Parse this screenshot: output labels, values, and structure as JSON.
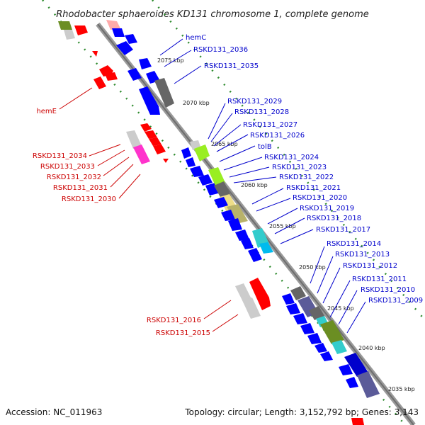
{
  "title": "Rhodobacter sphaeroides KD131 chromosome 1, complete genome",
  "accession": "Accession: NC_011963",
  "topology": "Topology: circular; Length: 3,152,792 bp; Genes: 3,143",
  "colors": {
    "forward_gene": "#ff0000",
    "reverse_gene": "#0000ff",
    "forward_label": "#cc0000",
    "reverse_label": "#0000cc",
    "backbone": "#8c8c8c",
    "dotted_track": "#2e8b2e"
  },
  "scale_ticks": [
    "2075 kbp",
    "2070 kbp",
    "2065 kbp",
    "2060 kbp",
    "2055 kbp",
    "2050 kbp",
    "2045 kbp",
    "2040 kbp",
    "2035 kbp"
  ],
  "reverse_labels": [
    "hemC",
    "RSKD131_2036",
    "RSKD131_2035",
    "RSKD131_2029",
    "RSKD131_2028",
    "RSKD131_2027",
    "RSKD131_2026",
    "tolB",
    "RSKD131_2024",
    "RSKD131_2023",
    "RSKD131_2022",
    "RSKD131_2021",
    "RSKD131_2020",
    "RSKD131_2019",
    "RSKD131_2018",
    "RSKD131_2017",
    "RSKD131_2014",
    "RSKD131_2013",
    "RSKD131_2012",
    "RSKD131_2011",
    "RSKD131_2010",
    "RSKD131_2009"
  ],
  "forward_labels": [
    "hemE",
    "RSKD131_2034",
    "RSKD131_2033",
    "RSKD131_2032",
    "RSKD131_2031",
    "RSKD131_2030",
    "RSKD131_2016",
    "RSKD131_2015"
  ]
}
